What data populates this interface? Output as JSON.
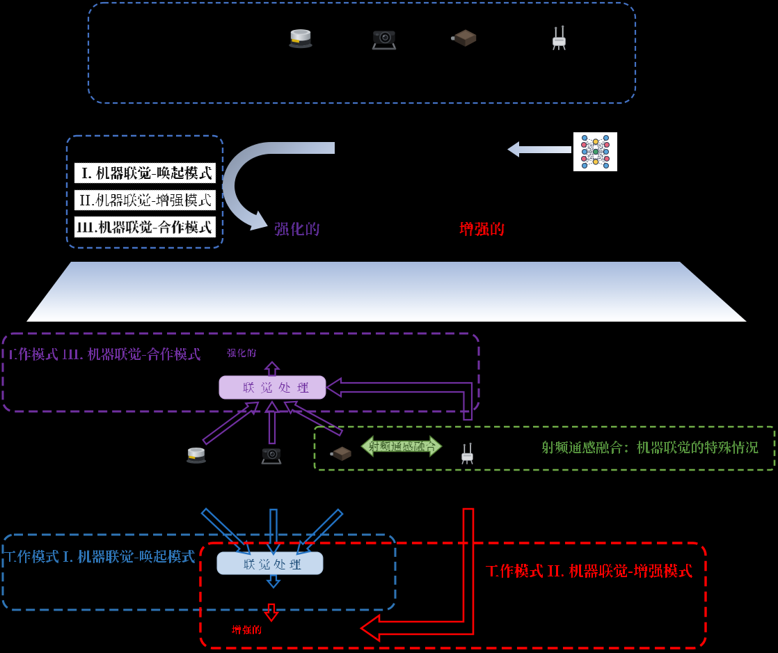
{
  "figure": {
    "background": "#000000"
  },
  "colors": {
    "mode1_blue": "#2e74b5",
    "mode2_red": "#fe0000",
    "mode3_purple": "#7030a0",
    "rf_green": "#70ad47",
    "panel_blue": "#4472c4"
  },
  "top_panel": {
    "sensors": [
      {
        "icon": "lidar-icon"
      },
      {
        "icon": "camera-icon"
      },
      {
        "icon": "mmwave-radar-icon"
      },
      {
        "icon": "rf-module-icon"
      }
    ]
  },
  "modes_legend": {
    "items": [
      "I. 机器联觉-唤起模式",
      "II.机器联觉-增强模式",
      "III.机器联觉-合作模式"
    ]
  },
  "annotations": {
    "reinforced": "强化的",
    "enhanced": "增强的"
  },
  "mode3": {
    "title": "工作模式 III. 机器联觉-合作模式",
    "feedback": "强化的",
    "processor": "联觉处理"
  },
  "rf_fusion": {
    "arrow_label": "射频通感融合",
    "caption": "射频通感融合：机器联觉的特殊情况"
  },
  "mode1": {
    "title": "工作模式 I. 机器联觉-唤起模式",
    "processor": "联觉处理"
  },
  "mode2": {
    "title": "工作模式 II. 机器联觉-增强模式",
    "output": "增强的"
  }
}
